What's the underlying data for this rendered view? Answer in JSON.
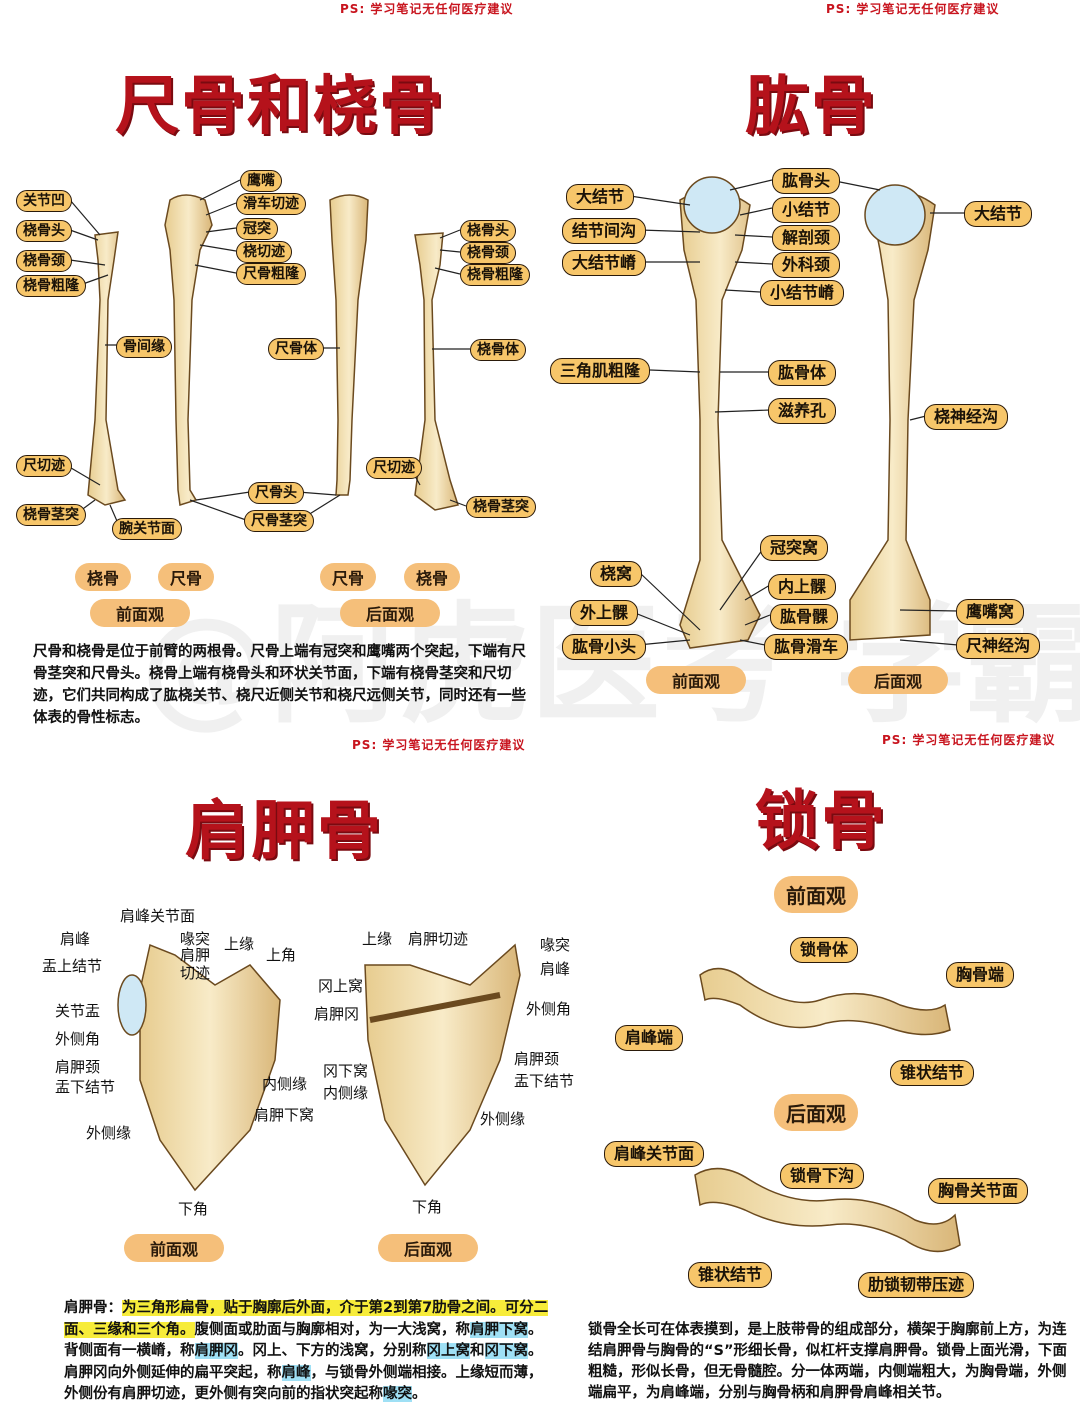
{
  "ps_notice": "PS: 学习笔记无任何医疗建议",
  "watermark": "@阿虎医考 学霸笔记",
  "colors": {
    "title": "#b5121b",
    "label": "#f7c66a",
    "view": "#f5bf7a",
    "bone": "#f1dca9",
    "highlight_yellow": "#f7ec3a",
    "highlight_blue": "#9fe0f5"
  },
  "ulna_radius": {
    "title": "尺骨和桡骨",
    "labels": {
      "guanjieao": "关节凹",
      "naogutou": "桡骨头",
      "naogujing": "桡骨颈",
      "naogucilong": "桡骨粗隆",
      "gujianyuan": "骨间缘",
      "chiqieji": "尺切迹",
      "naogujingtu": "桡骨茎突",
      "wanguanjiemian": "腕关节面",
      "yingzui": "鹰嘴",
      "huacheqieji": "滑车切迹",
      "guantu": "冠突",
      "naoqieji": "桡切迹",
      "chigucilong": "尺骨粗隆",
      "chigutou": "尺骨头",
      "chigujingtu": "尺骨茎突",
      "chiguti": "尺骨体",
      "r_naogutou": "桡骨头",
      "r_naogujing": "桡骨颈",
      "r_naogucilong": "桡骨粗隆",
      "r_naoguti": "桡骨体",
      "r_chiqieji": "尺切迹",
      "r_naogujingtu": "桡骨茎突"
    },
    "bone_names": [
      "桡骨",
      "尺骨",
      "尺骨",
      "桡骨"
    ],
    "front_view": "前面观",
    "back_view": "后面观",
    "paragraph": "尺骨和桡骨是位于前臂的两根骨。尺骨上端有冠突和鹰嘴两个突起，下端有尺骨茎突和尺骨头。桡骨上端有桡骨头和环状关节面，下端有桡骨茎突和尺切迹，它们共同构成了肱桡关节、桡尺近侧关节和桡尺远侧关节，同时还有一些体表的骨性标志。"
  },
  "humerus": {
    "title": "肱骨",
    "labels": {
      "dajiejie": "大结节",
      "jiejiejiangou": "结节间沟",
      "dajiejieji": "大结节嵴",
      "sanjiaojicilong": "三角肌粗隆",
      "gongtou": "肱骨头",
      "xiaojiejie": "小结节",
      "jiepoujing": "解剖颈",
      "waikejing": "外科颈",
      "xiaojiejieji": "小结节嵴",
      "gongguti": "肱骨体",
      "ziyangkong": "滋养孔",
      "naoshenjinggou": "桡神经沟",
      "r_dajiejie": "大结节",
      "guantuwo": "冠突窝",
      "naowo": "桡窝",
      "neishangke": "内上髁",
      "waishangke": "外上髁",
      "gonggujiao": "肱骨髁",
      "gongxiaotou": "肱骨小头",
      "gonghuache": "肱骨滑车",
      "yingzuiwo": "鹰嘴窝",
      "chishenjinggou": "尺神经沟"
    },
    "front_view": "前面观",
    "back_view": "后面观"
  },
  "scapula": {
    "title": "肩胛骨",
    "labels": {
      "jianfeng": "肩峰",
      "jianfengguanjiemian": "肩峰关节面",
      "yutu": "喙突",
      "jianjiaqieji": "肩胛\n切迹",
      "shangyuan": "上缘",
      "shangjiao": "上角",
      "panshangjiejie": "盂上结节",
      "guanjiepan": "关节盂",
      "waicejiao": "外侧角",
      "jianjiajing": "肩胛颈",
      "panxiajiejie": "盂下结节",
      "neiceyuan": "内侧缘",
      "jianjiaxiawo": "肩胛下窝",
      "waiceyuan": "外侧缘",
      "xiajiao": "下角",
      "b_shangyuan": "上缘",
      "b_jianjiaqieji": "肩胛切迹",
      "b_yutu": "喙突",
      "b_jianfeng": "肩峰",
      "gangshangwo": "冈上窝",
      "jianjiagang": "肩胛冈",
      "b_waicejiao": "外侧角",
      "gangxiawo": "冈下窝",
      "b_neiceyuan": "内侧缘",
      "b_jianjiajing": "肩胛颈",
      "b_panxiajiejie": "盂下结节",
      "b_waiceyuan": "外侧缘",
      "b_xiajiao": "下角"
    },
    "front_view": "前面观",
    "back_view": "后面观",
    "para_parts": [
      {
        "t": "肩胛骨：",
        "h": ""
      },
      {
        "t": "为三角形扁骨，贴于胸廓后外面，介于第2到第7肋骨之间。可分二面、三缘和三个角。",
        "h": "y"
      },
      {
        "t": "腹侧面或肋面与胸廓相对，为一大浅窝，称",
        "h": ""
      },
      {
        "t": "肩胛下窝",
        "h": "b"
      },
      {
        "t": "。背侧面有一横嵴，称",
        "h": ""
      },
      {
        "t": "肩胛冈",
        "h": "b"
      },
      {
        "t": "。冈上、下方的浅窝，分别称",
        "h": ""
      },
      {
        "t": "冈上窝",
        "h": "b"
      },
      {
        "t": "和",
        "h": ""
      },
      {
        "t": "冈下窝",
        "h": "b"
      },
      {
        "t": "。肩胛冈向外侧延伸的扁平突起，称",
        "h": ""
      },
      {
        "t": "肩峰",
        "h": "b"
      },
      {
        "t": "，与锁骨外侧端相接。上缘短而薄，外侧份有肩胛切迹，更外侧有突向前的指状突起称",
        "h": ""
      },
      {
        "t": "喙突",
        "h": "b"
      },
      {
        "t": "。",
        "h": ""
      }
    ]
  },
  "clavicle": {
    "title": "锁骨",
    "front_view": "前面观",
    "back_view": "后面观",
    "labels": {
      "suoguti": "锁骨体",
      "xiongguduan": "胸骨端",
      "jianfengduan": "肩峰端",
      "zhuizhuangjiejie": "锥状结节",
      "b_jianfengguanjiemian": "肩峰关节面",
      "suoguxiagou": "锁骨下沟",
      "xiongguguanjiemian": "胸骨关节面",
      "b_zhuizhuangjiejie": "锥状结节",
      "leisuorendaiyaji": "肋锁韧带压迹"
    },
    "paragraph": "锁骨全长可在体表摸到，是上肢带骨的组成部分，横架于胸廓前上方，为连结肩胛骨与胸骨的“S”形细长骨，似杠杆支撑肩胛骨。锁骨上面光滑，下面粗糙，形似长骨，但无骨髓腔。分一体两端，内侧端粗大，为胸骨端，外侧端扁平，为肩峰端，分别与胸骨柄和肩胛骨肩峰相关节。"
  }
}
